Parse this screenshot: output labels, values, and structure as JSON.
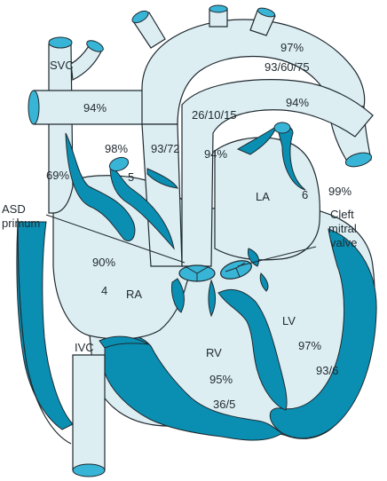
{
  "colors": {
    "background": "#ffffff",
    "chamber_fill": "#ddeef3",
    "wall_fill": "#0a8fb3",
    "vessel_lumen": "#38b4d6",
    "outline": "#1f2a30"
  },
  "labels": {
    "svc": "SVC",
    "ivc": "IVC",
    "ra": "RA",
    "la": "LA",
    "rv": "RV",
    "lv": "LV",
    "asd_line1": "ASD",
    "asd_line2": "primum",
    "cleft_line1": "Cleft",
    "cleft_line2": "mitral",
    "cleft_line3": "valve"
  },
  "measurements": {
    "aorta_sat": "97%",
    "aorta_pressure": "93/60/75",
    "pa_right_sat": "94%",
    "pa_left_sat": "94%",
    "pa_pressure": "26/10/15",
    "pa_trunk_sat": "94%",
    "ascending_aorta": "93/72",
    "svc_sat": "98%",
    "ra_pressure_upper": "5",
    "ivc_region_sat": "69%",
    "la_pressure": "6",
    "la_sat": "99%",
    "ra_sat": "90%",
    "ra_pressure": "4",
    "lv_sat": "97%",
    "lv_pressure": "93/6",
    "rv_sat": "95%",
    "rv_pressure": "36/5"
  }
}
